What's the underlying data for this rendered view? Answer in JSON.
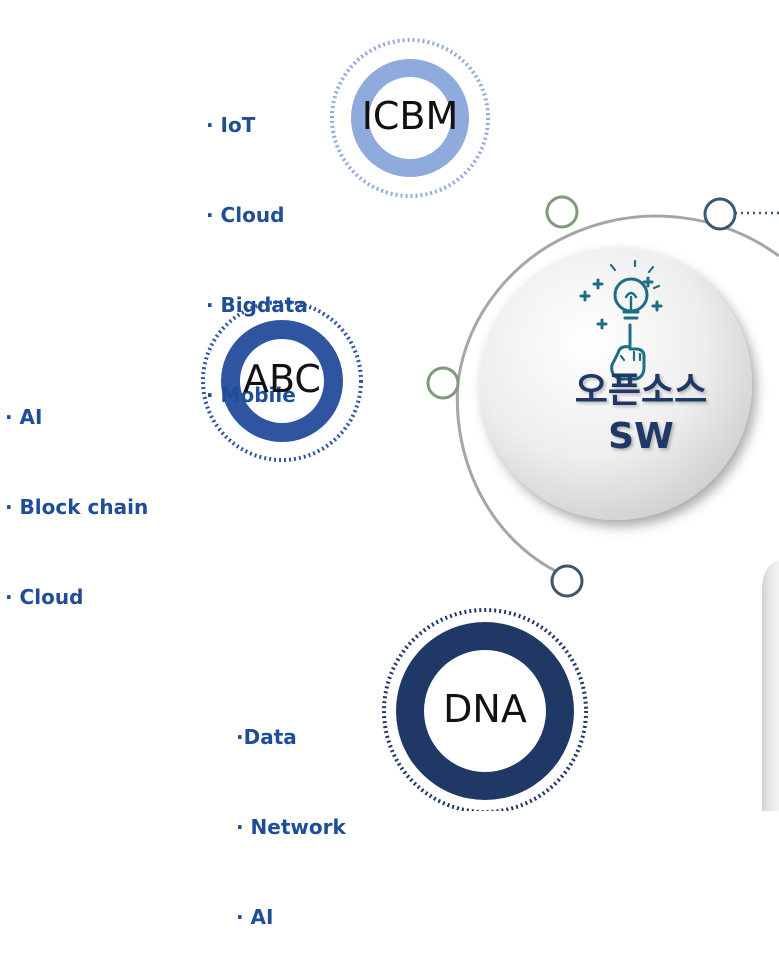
{
  "colors": {
    "icbm_ring": "#8faadc",
    "abc_ring": "#2f55a0",
    "dna_ring": "#1f3865",
    "bullet_text": "#1f4e99",
    "center_text": "#1f3867",
    "arc": "#a6a6a6",
    "node_green": "#7f9b7a",
    "node_blue": "#3b5873"
  },
  "hubs": [
    {
      "id": "icbm",
      "label": "ICBM",
      "bullets": [
        "· IoT",
        "· Cloud",
        "· Bigdata",
        "· Mobile"
      ]
    },
    {
      "id": "abc",
      "label": "ABC",
      "bullets": [
        "· AI",
        "· Block chain",
        "· Cloud"
      ]
    },
    {
      "id": "dna",
      "label": "DNA",
      "bullets": [
        "·Data",
        "· Network",
        "· AI"
      ]
    }
  ],
  "center": {
    "line1": "오픈소스",
    "line2": "SW",
    "icon": "lightbulb-hand-icon"
  }
}
